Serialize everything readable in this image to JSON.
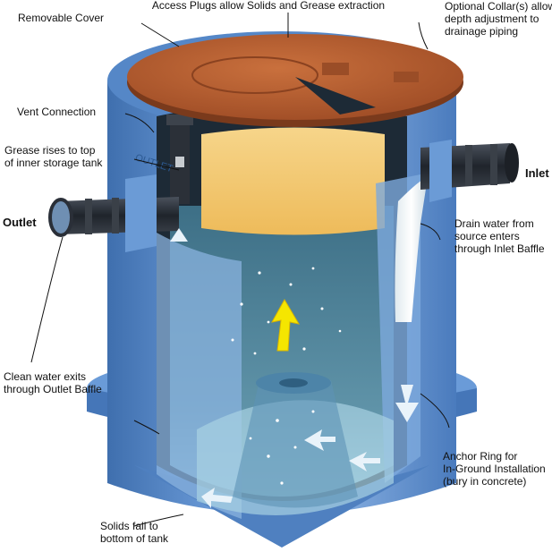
{
  "labels": {
    "access_plugs": "Access Plugs allow Solids and Grease extraction",
    "removable_cover": "Removable Cover",
    "optional_collar": [
      "Optional Collar(s) allow",
      "depth adjustment to",
      "drainage piping"
    ],
    "vent_connection": "Vent Connection",
    "grease_rises": [
      "Grease rises to top",
      "of inner storage tank"
    ],
    "outlet": "Outlet",
    "inlet": "Inlet",
    "drain_water": [
      "Drain water from",
      "source enters",
      "through Inlet Baffle"
    ],
    "clean_water": [
      "Clean water exits",
      "through Outlet Baffle"
    ],
    "anchor_ring": [
      "Anchor Ring for",
      "In-Ground Installation",
      "(bury in concrete)"
    ],
    "solids_fall": [
      "Solids fall to",
      "bottom of tank"
    ],
    "outlet_stamp": "OUTLET"
  },
  "colors": {
    "tank_blue": "#5d8fce",
    "tank_light": "#8fb6e6",
    "tank_dark": "#3f6fae",
    "water": "#4a7f97",
    "grease": "#f2c56a",
    "cover": "#b75c2f",
    "pipe": "#2a2f38",
    "arrow_yellow": "#f5e600"
  }
}
